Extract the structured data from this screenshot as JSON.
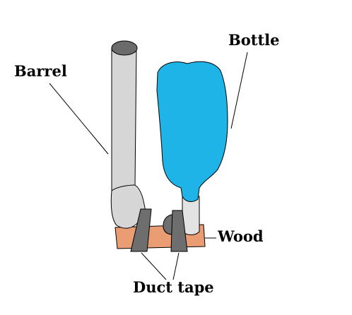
{
  "labels": {
    "barrel": "Barrel",
    "bottle": "Bottle",
    "wood": "Wood",
    "duct_tape": "Duct tape"
  },
  "colors": {
    "barrel_fill": "#d6d6d6",
    "barrel_top": "#6b6b6b",
    "bottle_fill": "#1fb4e8",
    "bottle_neck": "#e3e3e3",
    "wood_fill": "#ea9d72",
    "tape_fill": "#6e6e6e",
    "outline": "#000000"
  }
}
